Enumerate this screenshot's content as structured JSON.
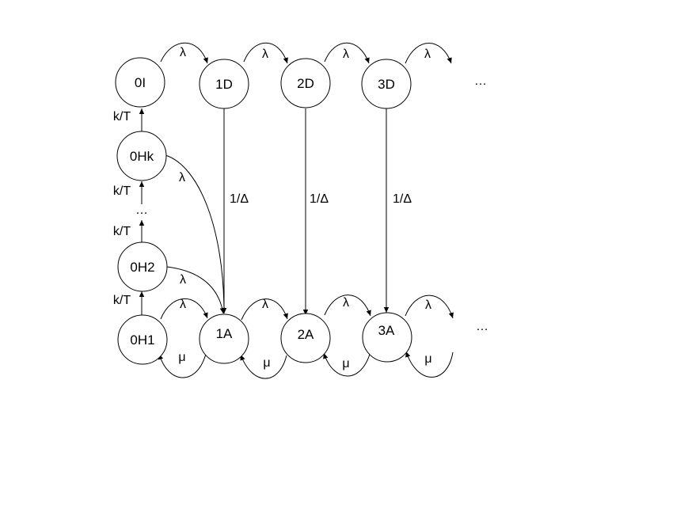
{
  "nodes": {
    "n_0I": "0I",
    "n_1D": "1D",
    "n_2D": "2D",
    "n_3D": "3D",
    "n_0Hk": "0Hk",
    "n_0H2": "0H2",
    "n_0H1": "0H1",
    "n_1A": "1A",
    "n_2A": "2A",
    "n_3A": "3A"
  },
  "labels": {
    "arrival": "λ",
    "service": "μ",
    "setup": "k/T",
    "delay": "1/Δ",
    "ellipsis": "…"
  }
}
